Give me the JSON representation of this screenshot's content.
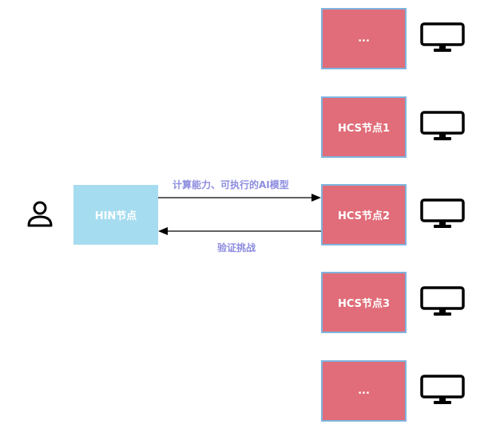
{
  "hin_node": {
    "label": "HIN节点"
  },
  "hcs_nodes": [
    {
      "label": "..."
    },
    {
      "label": "HCS节点1"
    },
    {
      "label": "HCS节点2"
    },
    {
      "label": "HCS节点3"
    },
    {
      "label": "..."
    }
  ],
  "edges": {
    "forward_label": "计算能力、可执行的AI模型",
    "backward_label": "验证挑战"
  },
  "icons": {
    "user": "user-icon",
    "monitor": "monitor-icon"
  },
  "colors": {
    "hcs_fill": "#e06d79",
    "hcs_border": "#7fb3dd",
    "hin_fill": "#a6dcef",
    "edge_label": "#8d8de0",
    "stroke": "#000000"
  }
}
